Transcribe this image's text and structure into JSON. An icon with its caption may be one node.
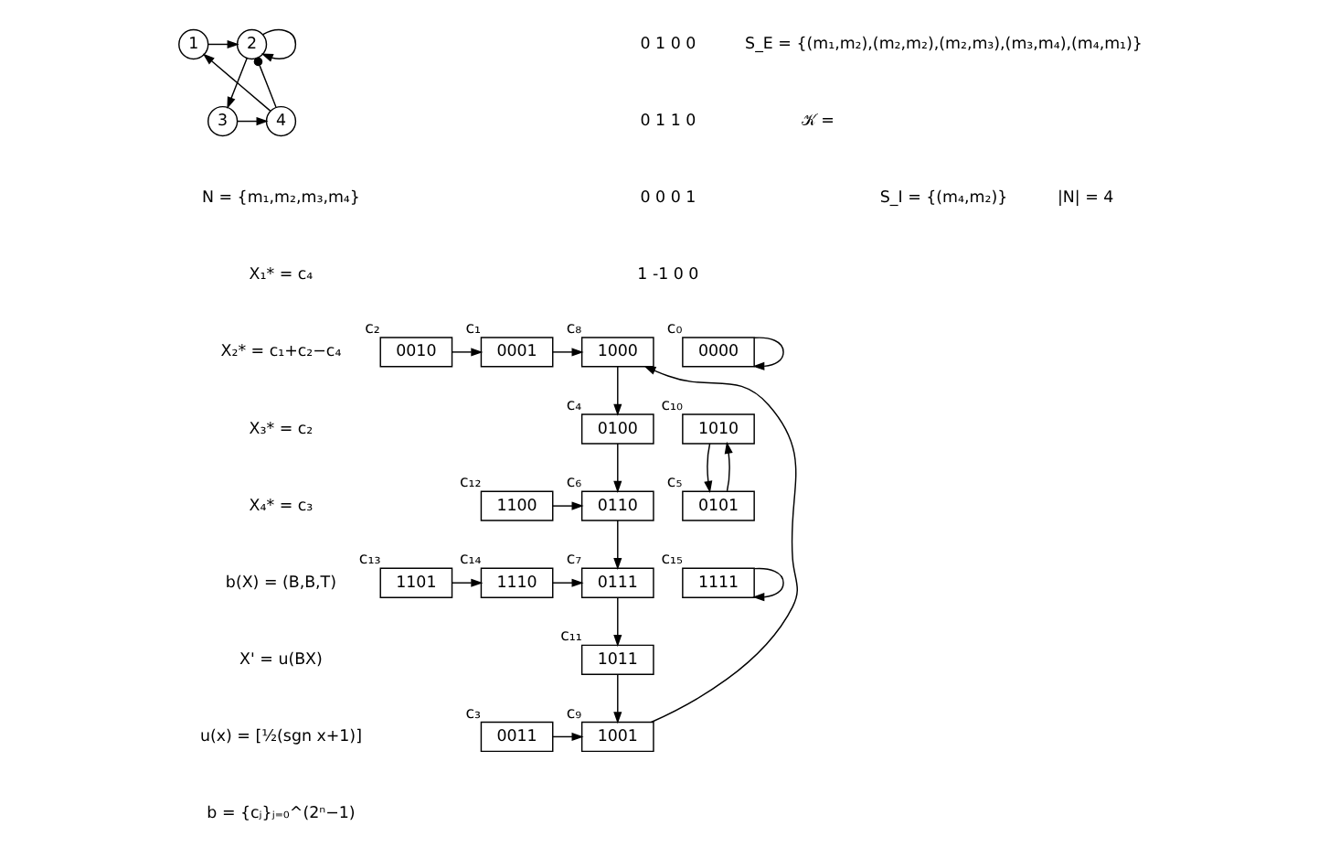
{
  "diagram": {
    "nodes": [
      {
        "text": [
          "1"
        ]
      },
      {
        "text": [
          "2"
        ]
      },
      {
        "text": [
          "4"
        ]
      },
      {
        "text": [
          "3"
        ]
      },
      {
        "text": [
          "0000"
        ],
        "beside": [
          "c₀"
        ]
      },
      {
        "text": [
          "1010"
        ],
        "beside": [
          "c₁₀"
        ]
      },
      {
        "text": [
          "0101"
        ],
        "beside": [
          "c₅"
        ]
      },
      {
        "text": [
          "1111"
        ],
        "beside": [
          "c₁₅"
        ]
      },
      {
        "text": [
          "1000"
        ],
        "beside": [
          "c₈"
        ]
      },
      {
        "text": [
          "0001"
        ],
        "beside": [
          "c₁"
        ]
      },
      {
        "text": [
          "0010"
        ],
        "beside": [
          "c₂"
        ]
      },
      {
        "text": [
          "0100"
        ],
        "beside": [
          "c₄"
        ]
      },
      {
        "text": [
          "0110"
        ],
        "beside": [
          "c₆"
        ]
      },
      {
        "text": [
          "1100"
        ],
        "beside": [
          "c₁₂"
        ]
      },
      {
        "text": [
          "0111"
        ],
        "beside": [
          "c₇"
        ]
      },
      {
        "text": [
          "1110"
        ],
        "beside": [
          "c₁₄"
        ]
      },
      {
        "text": [
          "1101"
        ],
        "beside": [
          "c₁₃"
        ]
      },
      {
        "text": [
          "1011"
        ],
        "beside": [
          "c₁₁"
        ]
      },
      {
        "text": [
          "1001"
        ],
        "beside": [
          "c₉"
        ]
      },
      {
        "text": [
          "0011"
        ],
        "beside": [
          "c₃"
        ]
      }
    ],
    "edges": [
      {
        "from": 0,
        "to": 1,
        "arrow": "to"
      },
      {
        "from": 1,
        "to": 1,
        "arrow": "to"
      },
      {
        "from": 1,
        "to": 3,
        "arrow": "to"
      },
      {
        "from": 3,
        "to": 2,
        "arrow": "to"
      },
      {
        "from": 2,
        "to": 0,
        "arrow": "to"
      },
      {
        "from": 2,
        "to": 1,
        "arrow": "other"
      },
      {
        "from": 4,
        "to": 4,
        "arrow": "to"
      },
      {
        "from": 5,
        "to": 6,
        "arrow": "to"
      },
      {
        "from": 6,
        "to": 5,
        "arrow": "to"
      },
      {
        "from": 7,
        "to": 7,
        "arrow": "to"
      },
      {
        "from": 9,
        "to": 8,
        "arrow": "to"
      },
      {
        "from": 10,
        "to": 9,
        "arrow": "to"
      },
      {
        "from": 8,
        "to": 11,
        "arrow": "to"
      },
      {
        "from": 11,
        "to": 12,
        "arrow": "to"
      },
      {
        "from": 13,
        "to": 12,
        "arrow": "to"
      },
      {
        "from": 12,
        "to": 14,
        "arrow": "to"
      },
      {
        "from": 15,
        "to": 14,
        "arrow": "to"
      },
      {
        "from": 16,
        "to": 15,
        "arrow": "to"
      },
      {
        "from": 14,
        "to": 17,
        "arrow": "to"
      },
      {
        "from": 17,
        "to": 18,
        "arrow": "to"
      },
      {
        "from": 19,
        "to": 18,
        "arrow": "to"
      },
      {
        "from": 18,
        "to": 8,
        "arrow": "to"
      }
    ],
    "labels": [
      "𝒦 =",
      "0 1 0 0",
      "0 1 1 0",
      "0 0 0 1",
      "1 -1 0 0",
      "S_E = {(m₁,m₂),(m₂,m₂),(m₂,m₃),(m₃,m₄),(m₄,m₁)}",
      "S_I = {(m₄,m₂)}",
      "N = {m₁,m₂,m₃,m₄}",
      "|N| = 4",
      "X₁* = c₄",
      "X₂* = c₁+c₂−c₄",
      "X₃* = c₂",
      "X₄* = c₃",
      "b(X) = (B,B,T)",
      "X' = u(BX)",
      "u(x) = [½(sgn x+1)]",
      "b = {cⱼ}ⱼ₌₀^(2ⁿ−1)"
    ]
  }
}
